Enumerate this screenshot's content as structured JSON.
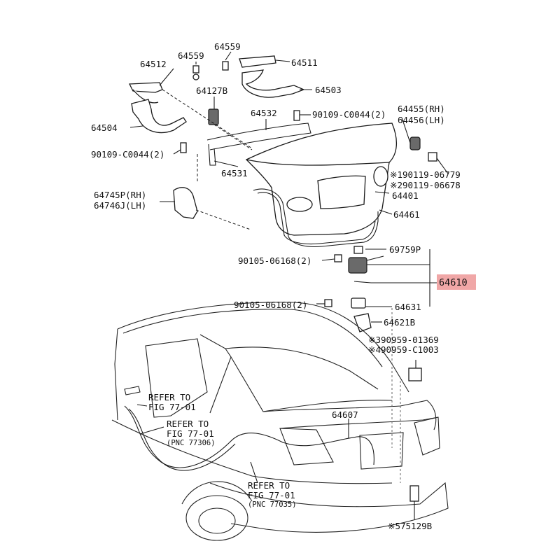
{
  "labels": {
    "p64559_a": "64559",
    "p64559_b": "64559",
    "p64512": "64512",
    "p64511": "64511",
    "p64503": "64503",
    "p64127B": "64127B",
    "p64532": "64532",
    "p90109_top": "90109-C0044(2)",
    "p64504": "64504",
    "p90109_left": "90109-C0044(2)",
    "p64531": "64531",
    "p64455": "64455(RH)",
    "p64456": "64456(LH)",
    "p90119_06779": "※190119-06779",
    "p90119_06678": "※290119-06678",
    "p64401": "64401",
    "p64461": "64461",
    "p64745P": "64745P(RH)",
    "p64746J": "64746J(LH)",
    "p90105_a": "90105-06168(2)",
    "p90105_b": "90105-06168(2)",
    "p69759P": "69759P",
    "p64610": "64610",
    "p64631": "64631",
    "p64621B": "64621B",
    "p90959_01369": "※390959-01369",
    "p90959_C1003": "※490959-C1003",
    "p64607": "64607",
    "p75129B": "※575129B"
  },
  "refs": {
    "ref1_line1": "REFER TO",
    "ref1_line2": "FIG 77-01",
    "ref2_line1": "REFER TO",
    "ref2_line2": "FIG 77-01",
    "ref2_line3": "(PNC 77306)",
    "ref3_line1": "REFER TO",
    "ref3_line2": "FIG 77-01",
    "ref3_line3": "(PNC 77035)"
  },
  "colors": {
    "highlight": "#f0a7a7",
    "ink": "#111111"
  }
}
